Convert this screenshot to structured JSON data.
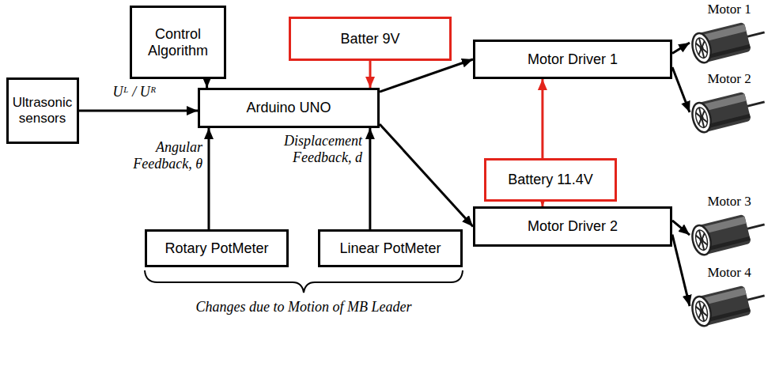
{
  "diagram": {
    "nodes": [
      {
        "text": [
          "Control Algorithm"
        ]
      },
      {
        "text": [
          "Batter 9V"
        ]
      },
      {
        "text": [
          "Motor 1"
        ]
      },
      {
        "text": [
          "Ultrasonic sensors"
        ]
      },
      {
        "text": [
          "Arduino UNO"
        ]
      },
      {
        "text": [
          "Motor Driver 1"
        ]
      },
      {
        "text": [
          "Motor 2"
        ]
      },
      {
        "text": [
          "Battery 11.4V"
        ]
      },
      {
        "text": [
          "Motor 3"
        ]
      },
      {
        "text": [
          "Motor Driver 2"
        ]
      },
      {
        "text": [
          "Motor 4"
        ]
      },
      {
        "text": [
          "Rotary PotMeter"
        ]
      },
      {
        "text": [
          "Linear PotMeter"
        ]
      }
    ],
    "edges": [
      {
        "from": 0,
        "to": 4,
        "arrow": "to"
      },
      {
        "from": 1,
        "to": 4,
        "arrow": "to"
      },
      {
        "from": 3,
        "to": 4,
        "label": "Uᴸ / Uᴿ",
        "arrow": "to"
      },
      {
        "from": 11,
        "to": 4,
        "label": "Angular Feedback, θ",
        "arrow": "to"
      },
      {
        "from": 12,
        "to": 4,
        "label": "Displacement Feedback, d",
        "arrow": "to"
      },
      {
        "from": 4,
        "to": 5,
        "arrow": "to"
      },
      {
        "from": 4,
        "to": 9,
        "arrow": "to"
      },
      {
        "from": 7,
        "to": 5,
        "arrow": "to"
      },
      {
        "from": 7,
        "to": 9,
        "arrow": "to"
      },
      {
        "from": 5,
        "to": 2,
        "arrow": "to"
      },
      {
        "from": 5,
        "to": 6,
        "arrow": "to"
      },
      {
        "from": 9,
        "to": 8,
        "arrow": "to"
      },
      {
        "from": 9,
        "to": 10,
        "arrow": "to"
      }
    ],
    "labels": [
      "Changes due to Motion of MB Leader"
    ]
  }
}
